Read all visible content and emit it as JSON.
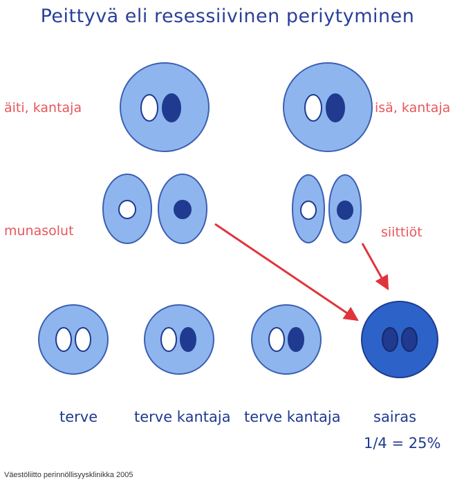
{
  "title": "Peittyvä eli resessiivinen periytyminen",
  "parents": {
    "mother": "äiti, kantaja",
    "father": "isä, kantaja"
  },
  "gametes": {
    "eggs": "munasolut",
    "sperm": "siittiöt"
  },
  "offspring": [
    {
      "label": "terve"
    },
    {
      "label": "terve kantaja"
    },
    {
      "label": "terve kantaja"
    },
    {
      "label": "sairas",
      "probability": "1/4 = 25%"
    }
  ],
  "footer": "Väestöliitto perinnöllisyysklinikka 2005",
  "colors": {
    "cell": "#8eb5ee",
    "cell_affected": "#2d63c8",
    "dominant_allele": "#ffffff",
    "recessive_allele": "#1f3a8f",
    "arrow": "#e0343c",
    "red_text": "#e8565a",
    "blue_text": "#1f3a8f"
  }
}
